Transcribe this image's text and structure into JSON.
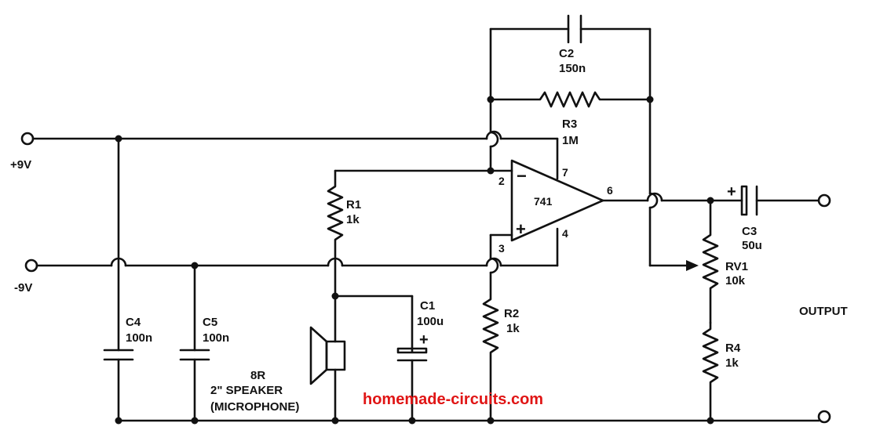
{
  "supply": {
    "positive": "+9V",
    "negative": "-9V"
  },
  "output_label": "OUTPUT",
  "opamp": {
    "name": "741",
    "pin2": "2",
    "pin3": "3",
    "pin4": "4",
    "pin6": "6",
    "pin7": "7",
    "minus": "−",
    "plus": "+"
  },
  "components": {
    "c2": {
      "ref": "C2",
      "value": "150n"
    },
    "r3": {
      "ref": "R3",
      "value": "1M"
    },
    "r1": {
      "ref": "R1",
      "value": "1k"
    },
    "r2": {
      "ref": "R2",
      "value": "1k"
    },
    "c1": {
      "ref": "C1",
      "value": "100u"
    },
    "c3": {
      "ref": "C3",
      "value": "50u"
    },
    "c4": {
      "ref": "C4",
      "value": "100n"
    },
    "c5": {
      "ref": "C5",
      "value": "100n"
    },
    "rv1": {
      "ref": "RV1",
      "value": "10k"
    },
    "r4": {
      "ref": "R4",
      "value": "1k"
    }
  },
  "speaker": {
    "line1": "8R",
    "line2": "2\" SPEAKER",
    "line3": "(MICROPHONE)"
  },
  "polarity_mark": "+",
  "watermark": "homemade-circuits.com"
}
